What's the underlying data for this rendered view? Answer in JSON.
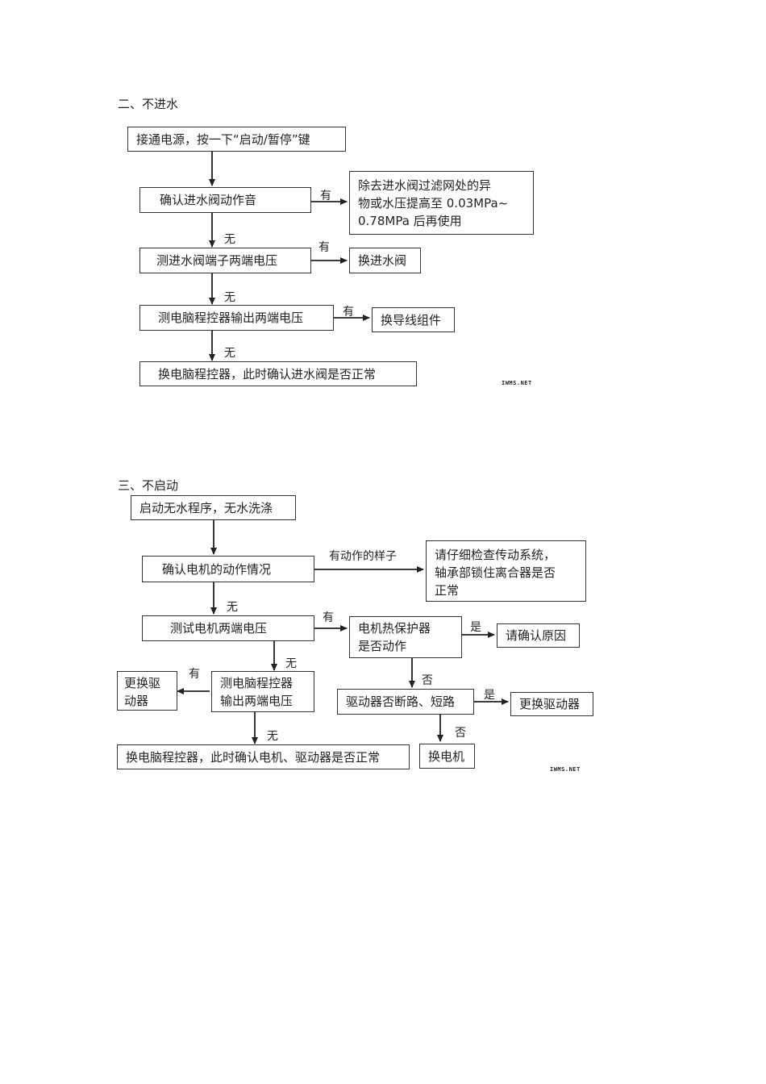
{
  "diagram1": {
    "title": "二、不进水",
    "nodes": {
      "start": "接通电源，按一下“启动/暂停”键",
      "confirm_valve": "确认进水阀动作音",
      "remove_filter": "除去进水阀过滤网处的异\n物或水压提高至 0.03MPa~\n0.78MPa 后再使用",
      "measure_valve": "测进水阀端子两端电压",
      "replace_valve": "换进水阀",
      "measure_pc": "测电脑程控器输出两端电压",
      "replace_wire": "换导线组件",
      "replace_pc": "换电脑程控器，此时确认进水阀是否正常"
    },
    "labels": {
      "yes1": "有",
      "no1": "无",
      "yes2": "有",
      "no2": "无",
      "yes3": "有",
      "no3": "无"
    },
    "watermark": "IWMS.NET"
  },
  "diagram2": {
    "title": "三、不启动",
    "nodes": {
      "start": "启动无水程序，无水洗涤",
      "confirm_motor": "确认电机的动作情况",
      "check_drive": "请仔细检查传动系统，\n轴承部锁住离合器是否\n正常",
      "test_motor": "测试电机两端电压",
      "thermal": "电机热保护器\n是否动作",
      "confirm_cause": "请确认原因",
      "measure_pc": "测电脑程控器\n输出两端电压",
      "replace_driver_left": "更换驱\n动器",
      "driver_short": "驱动器否断路、短路",
      "replace_driver_right": "更换驱动器",
      "replace_pc": "换电脑程控器，此时确认电机、驱动器是否正常",
      "replace_motor": "换电机"
    },
    "labels": {
      "action": "有动作的样子",
      "no1": "无",
      "yes1": "有",
      "yes2": "是",
      "no2": "无",
      "yes3": "有",
      "no3": "否",
      "yes4": "是",
      "no4": "无",
      "no5": "否"
    },
    "watermark": "IWMS.NET"
  }
}
